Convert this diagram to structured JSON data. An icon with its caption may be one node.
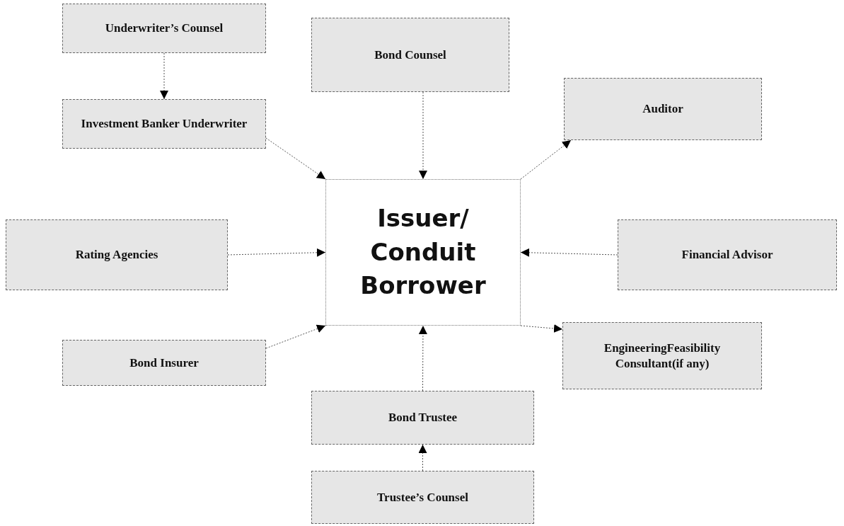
{
  "diagram": {
    "nodes": [
      {
        "text": [
          "Underwriter’s Counsel"
        ]
      },
      {
        "text": [
          "Bond Counsel"
        ]
      },
      {
        "text": [
          "Investment Banker Underwriter"
        ]
      },
      {
        "text": [
          "Auditor"
        ]
      },
      {
        "text": [
          "Issuer/ Conduit Borrower"
        ]
      },
      {
        "text": [
          "Rating Agencies"
        ]
      },
      {
        "text": [
          "Financial Advisor"
        ]
      },
      {
        "text": [
          "Bond Insurer"
        ]
      },
      {
        "text": [
          "EngineeringFeasibility Consultant(if any)"
        ]
      },
      {
        "text": [
          "Bond Trustee"
        ]
      },
      {
        "text": [
          "Trustee’s Counsel"
        ]
      }
    ],
    "edges": [
      {
        "from": 0,
        "to": 2,
        "arrow": "to"
      },
      {
        "from": 1,
        "to": 4,
        "arrow": "to"
      },
      {
        "from": 2,
        "to": 4,
        "arrow": "to"
      },
      {
        "from": 4,
        "to": 3,
        "arrow": "to"
      },
      {
        "from": 5,
        "to": 4,
        "arrow": "to"
      },
      {
        "from": 6,
        "to": 4,
        "arrow": "to"
      },
      {
        "from": 7,
        "to": 4,
        "arrow": "to"
      },
      {
        "from": 4,
        "to": 8,
        "arrow": "to"
      },
      {
        "from": 9,
        "to": 4,
        "arrow": "to"
      },
      {
        "from": 10,
        "to": 9,
        "arrow": "to"
      }
    ]
  }
}
